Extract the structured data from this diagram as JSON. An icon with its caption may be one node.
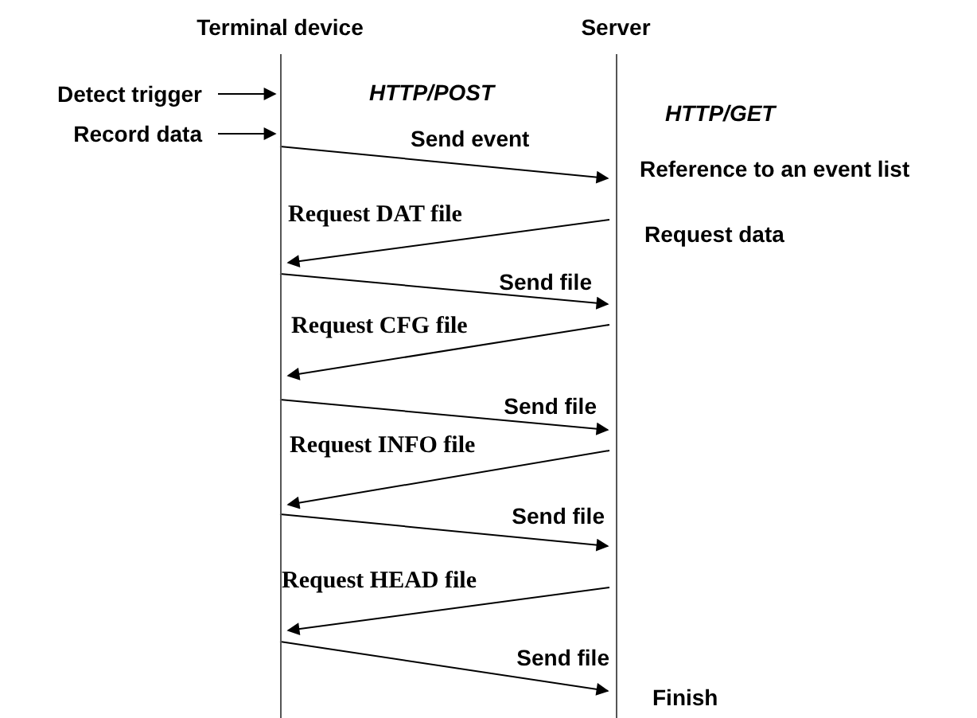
{
  "diagram": {
    "nodes": [
      {
        "text": [
          "Terminal device"
        ]
      },
      {
        "text": [
          "Server"
        ]
      },
      {
        "text": [
          "Detect trigger"
        ]
      },
      {
        "text": [
          "Record data"
        ]
      }
    ],
    "edges": [
      {
        "from": 2,
        "to": 0,
        "arrow": "to"
      },
      {
        "from": 3,
        "to": 0,
        "arrow": "to"
      },
      {
        "from": 0,
        "to": 1,
        "arrow": "to",
        "label": "Send event"
      },
      {
        "from": 1,
        "to": 0,
        "arrow": "to",
        "label": "Request DAT file"
      },
      {
        "from": 0,
        "to": 1,
        "arrow": "to",
        "label": "Send file"
      },
      {
        "from": 1,
        "to": 0,
        "arrow": "to",
        "label": "Request CFG file"
      },
      {
        "from": 0,
        "to": 1,
        "arrow": "to",
        "label": "Send file"
      },
      {
        "from": 1,
        "to": 0,
        "arrow": "to",
        "label": "Request INFO file"
      },
      {
        "from": 0,
        "to": 1,
        "arrow": "to",
        "label": "Send file"
      },
      {
        "from": 1,
        "to": 0,
        "arrow": "to",
        "label": "Request HEAD file"
      },
      {
        "from": 0,
        "to": 1,
        "arrow": "to",
        "label": "Send file"
      }
    ],
    "labels": [
      "HTTP/POST",
      "HTTP/GET",
      "Reference to an event list",
      "Request data",
      "Finish"
    ]
  }
}
